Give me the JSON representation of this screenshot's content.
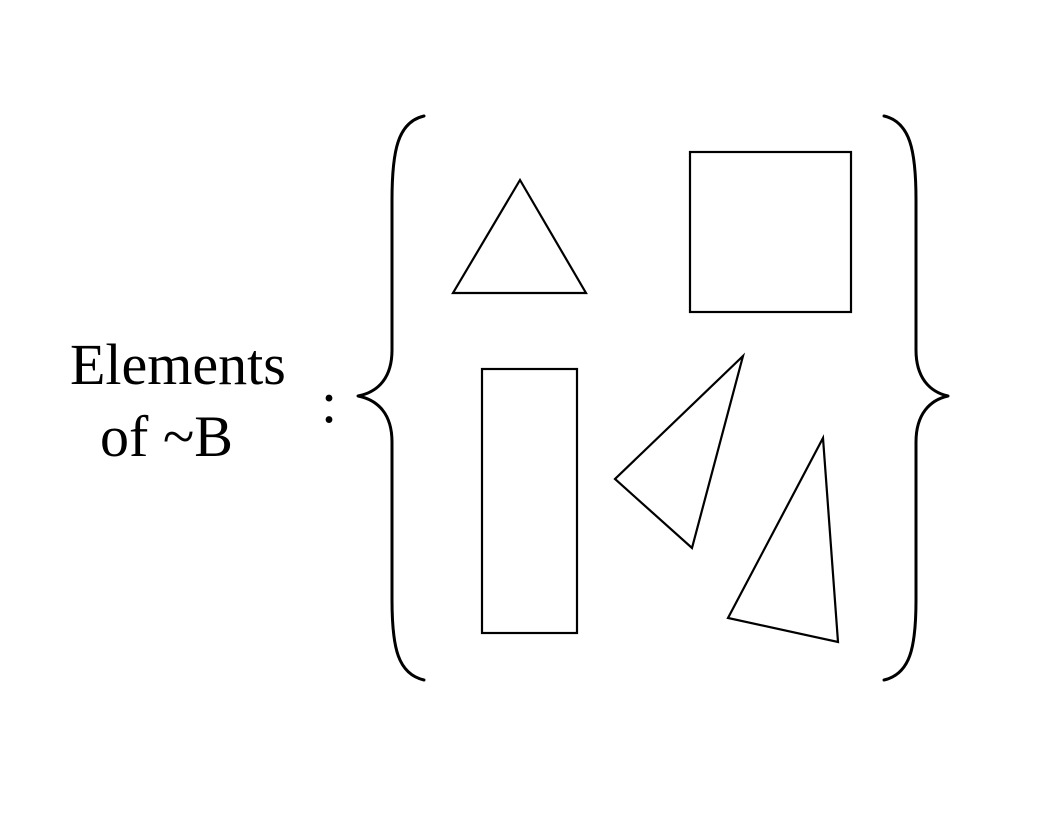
{
  "label": {
    "line1": "Elements",
    "line2": "of  ~B"
  },
  "separator": ":",
  "set_elements": [
    {
      "kind": "triangle"
    },
    {
      "kind": "square"
    },
    {
      "kind": "rectangle"
    },
    {
      "kind": "triangle"
    },
    {
      "kind": "triangle"
    }
  ],
  "colors": {
    "ink": "#000000",
    "background": "#ffffff"
  }
}
